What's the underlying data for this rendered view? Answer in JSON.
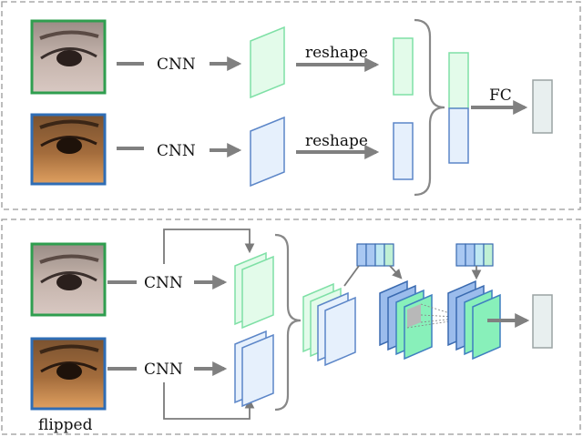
{
  "labels": {
    "cnn": "CNN",
    "reshape": "reshape",
    "fc": "FC",
    "flipped": "flipped"
  },
  "colors": {
    "green_accent": "#2f9e4f",
    "blue_accent": "#2f6db5",
    "arrow_gray": "#808080",
    "panel_border": "#999999"
  }
}
